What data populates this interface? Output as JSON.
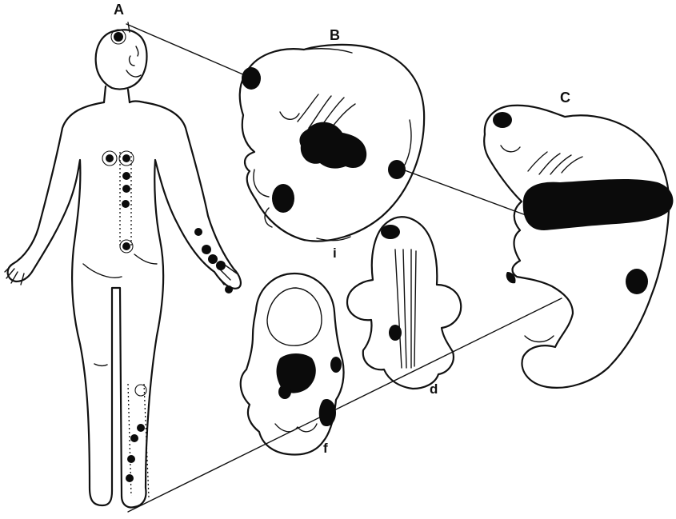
{
  "labels": {
    "A": "A",
    "B": "B",
    "C": "C",
    "d": "d",
    "f": "f",
    "i": "i"
  },
  "colors": {
    "ink": "#111111",
    "background": "#ffffff"
  }
}
